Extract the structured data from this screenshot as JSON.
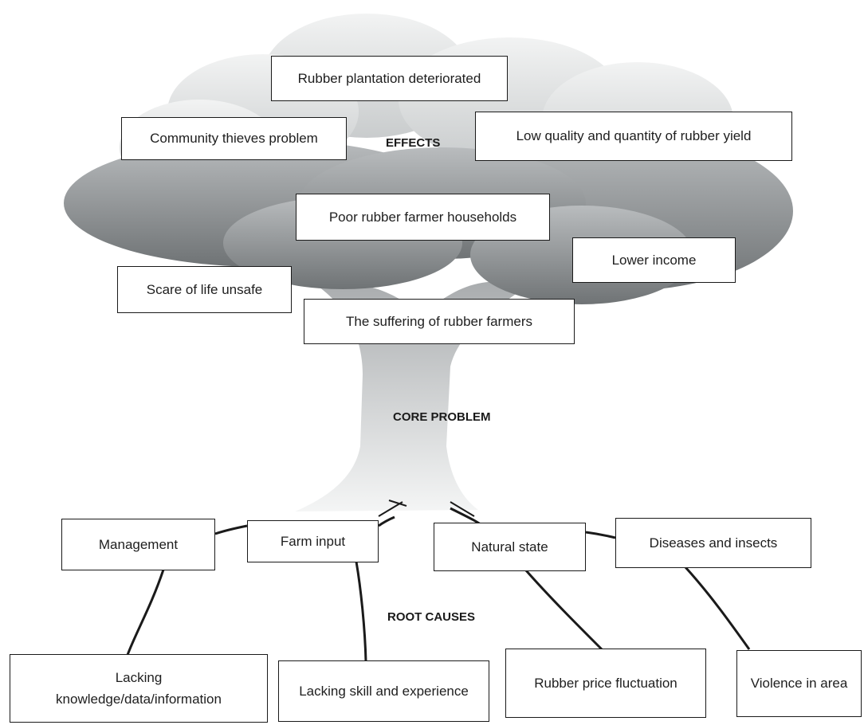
{
  "effects_heading": "EFFECTS",
  "core_heading": "CORE PROBLEM",
  "root_heading": "ROOT CAUSES",
  "effects": {
    "rubber_plantation": "Rubber plantation deteriorated",
    "community_thieves": "Community thieves problem",
    "low_quality": "Low quality and quantity of rubber yield",
    "poor_households": "Poor rubber farmer households",
    "lower_income": "Lower income",
    "scare_of_life": "Scare of life unsafe"
  },
  "core_problem": "The suffering of rubber farmers",
  "causes": {
    "management": "Management",
    "farm_input": "Farm input",
    "natural_state": "Natural state",
    "diseases_insects": "Diseases and insects"
  },
  "root_causes": {
    "lacking_knowledge": "Lacking knowledge/data/information",
    "lacking_skill": "Lacking skill and experience",
    "price_fluctuation": "Rubber price fluctuation",
    "violence": "Violence in area"
  },
  "colors": {
    "canopy_light": "#dcdfe1",
    "canopy_dark": "#8d9193",
    "trunk": "#b4b7b9",
    "line": "#1a1a1a"
  }
}
